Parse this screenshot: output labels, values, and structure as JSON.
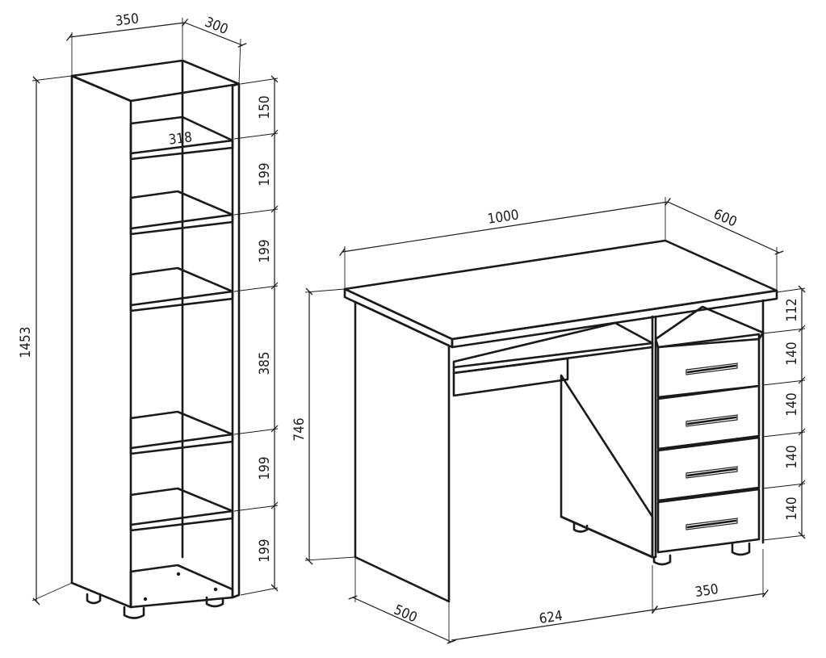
{
  "shelf_unit": {
    "width": "350",
    "depth": "300",
    "height": "1453",
    "inner_width": "318",
    "sections": [
      "150",
      "199",
      "199",
      "385",
      "199",
      "199"
    ]
  },
  "desk": {
    "width": "1000",
    "depth": "600",
    "height": "746",
    "side_depth": "500",
    "knee_width": "624",
    "pedestal_width": "350",
    "top_gap": "112",
    "drawers": [
      "140",
      "140",
      "140",
      "140"
    ]
  }
}
